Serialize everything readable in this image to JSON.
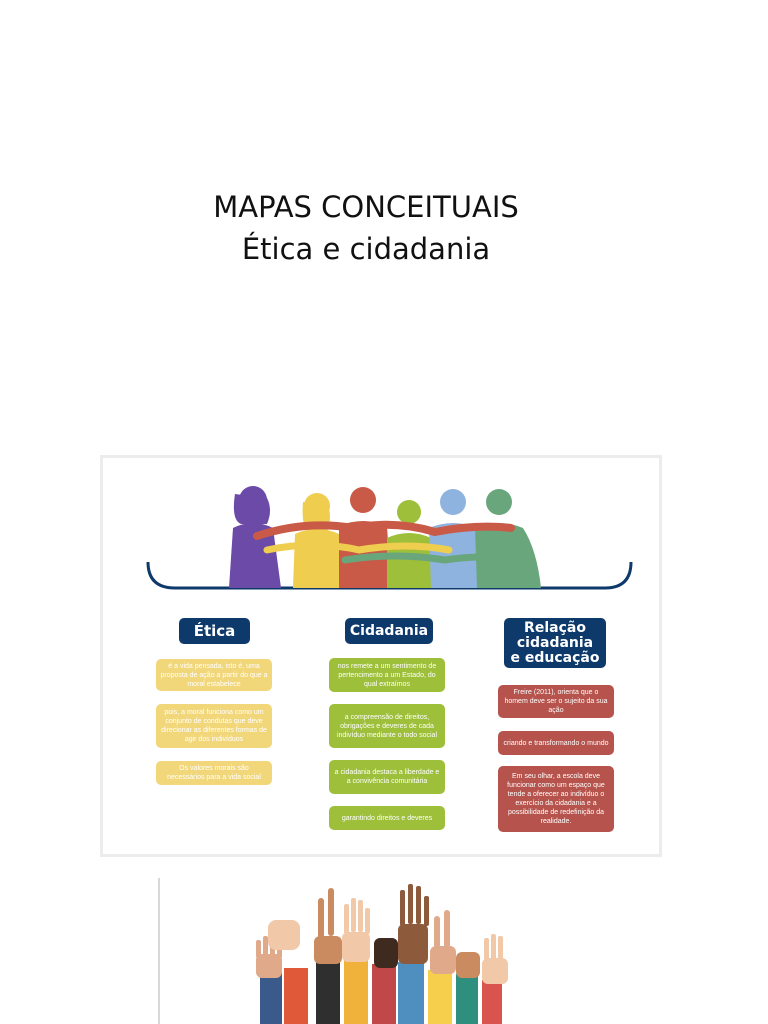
{
  "title": {
    "line1": "MAPAS CONCEITUAIS",
    "line2": "Ética e cidadania"
  },
  "map": {
    "columns": [
      {
        "header": "Ética",
        "color": "#f1d77a",
        "boxes": [
          "é a vida pensada, isto é, uma proposta de ação a partir do que a moral estabelece",
          "pois, a moral funciona como um conjunto de condutas que deve direcionar as diferentes formas de agir dos indivíduos",
          "Os valores morais são necessários para a vida social"
        ]
      },
      {
        "header": "Cidadania",
        "color": "#9dbf3a",
        "boxes": [
          "nos remete a um sentimento de pertencimento a um Estado, do qual extraímos",
          "a compreensão de direitos, obrigações e deveres de cada indivíduo mediante o todo social",
          "a cidadania destaca a liberdade e a convivência comunitária",
          "garantindo direitos e deveres"
        ]
      },
      {
        "header_line1": "Relação",
        "header_line2": "cidadania",
        "header_line3": "e educação",
        "color": "#b5534c",
        "boxes": [
          "Freire (2011), orienta que o homem deve ser o sujeito da sua ação",
          "criando e transformando o mundo",
          "Em seu olhar, a escola deve funcionar como um espaço que tende a oferecer ao indivíduo o exercício da cidadania e a possibilidade de redefinição da realidade."
        ]
      }
    ],
    "header_color": "#0e3a6b",
    "people_colors": [
      "#6b4aa8",
      "#efcd4e",
      "#c85a47",
      "#9dbf3a",
      "#8fb3df",
      "#6aa67c"
    ]
  },
  "hands_colors": [
    "#f2c9a8",
    "#3f2a20",
    "#8e5a3c",
    "#e0a98a",
    "#c98b5f"
  ]
}
